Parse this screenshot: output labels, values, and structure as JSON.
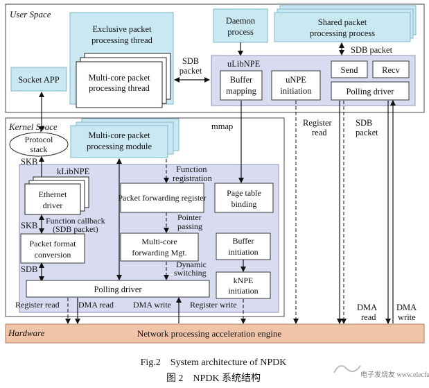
{
  "regions": {
    "user_space": "User Space",
    "kernel_space": "Kernel  Space",
    "hardware": "Hardware"
  },
  "user": {
    "exclusive_thread": [
      "Exclusive packet",
      "processing thread"
    ],
    "multicore_thread": [
      "Multi-core packet",
      "processing thread"
    ],
    "socket_app": "Socket APP",
    "sdb_packet_left": [
      "SDB",
      "packet"
    ],
    "daemon": [
      "Daemon",
      "process"
    ],
    "shared_process": [
      "Shared packet",
      "processing process"
    ],
    "sdb_packet_top": "SDB packet",
    "ulibnpe": "uLibNPE",
    "buffer_mapping": [
      "Buffer",
      "mapping"
    ],
    "unpe_initiation": [
      "uNPE",
      "initiation"
    ],
    "send": "Send",
    "recv": "Recv",
    "polling_driver": "Polling driver"
  },
  "kernel": {
    "protocol_stack": [
      "Protocol",
      "stack"
    ],
    "multicore_module": [
      "Multi-core packet",
      "processing module"
    ],
    "mmap": "mmap",
    "skb_top": "SKB",
    "klibnpe": "kLibNPE",
    "function_registration": [
      "Function",
      "registration"
    ],
    "ethernet_driver": [
      "Ethernet",
      "driver"
    ],
    "packet_forwarding_register": "Packet forwarding register",
    "page_table_binding": [
      "Page table",
      "binding"
    ],
    "skb_mid": "SKB",
    "function_callback": [
      "Function callback",
      "(SDB packet)"
    ],
    "pointer_passing": [
      "Pointer",
      "passing"
    ],
    "packet_format_conversion": [
      "Packet format",
      "conversion"
    ],
    "multicore_forwarding": [
      "Multi-core",
      "forwarding Mgt."
    ],
    "buffer_initiation": [
      "Buffer",
      "initiation"
    ],
    "dynamic_switching": [
      "Dynamic",
      "switching"
    ],
    "sdb": "SDB",
    "knpe_initiation": [
      "kNPE",
      "initiation"
    ],
    "polling_driver": "Polling driver",
    "register_read": "Register read",
    "dma_read": "DMA read",
    "dma_write": "DMA write",
    "register_write": "Register write"
  },
  "right_labels": {
    "register_read": [
      "Register",
      "read"
    ],
    "sdb_packet": [
      "SDB",
      "packet"
    ],
    "dma_read": [
      "DMA",
      "read"
    ],
    "dma_write": [
      "DMA",
      "write"
    ]
  },
  "hardware_engine": "Network processing acceleration engine",
  "caption_en": "Fig.2    System architecture of NPDK",
  "caption_cn": "图 2    NPDK 系统结构",
  "watermark": "电子发烧友 www.elecfans.com",
  "colors": {
    "box_fill": "#c9e8f2",
    "box_stroke": "#7fb7cc",
    "panel_fill": "#d9dcf0",
    "panel_stroke": "#8c8fb8",
    "hardware_fill": "#f0c4a8",
    "hardware_stroke": "#b07b5a"
  }
}
